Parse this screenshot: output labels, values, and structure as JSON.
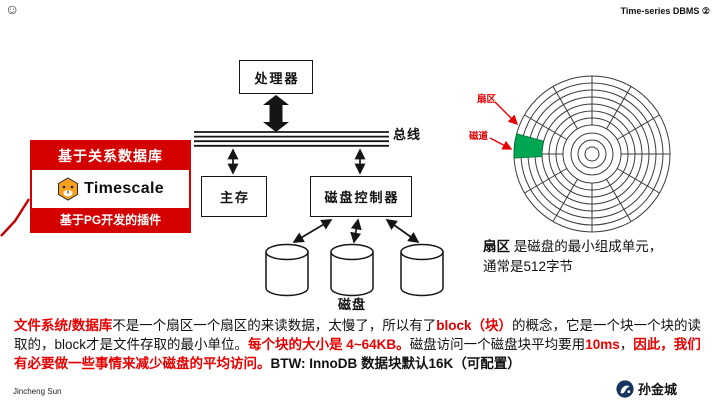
{
  "header": {
    "smiley_icon": "☺",
    "corner_label": "Time-series DBMS ②"
  },
  "architecture": {
    "processor": "处理器",
    "bus": "总线",
    "main_memory": "主存",
    "disk_controller": "磁盘控制器",
    "disk_label": "磁盘"
  },
  "timescale_callout": {
    "title": "基于关系数据库",
    "brand": "Timescale",
    "subtitle": "基于PG开发的插件",
    "bar_color": "#d40000"
  },
  "disk_figure": {
    "sector_pointer": "扇区",
    "track_pointer": "磁道",
    "caption_term": "扇区",
    "caption_rest": " 是磁盘的最小组成单元，",
    "caption_line2": "通常是512字节",
    "highlight_color": "#00a651",
    "pointer_color": "#e60000"
  },
  "note": {
    "segments": [
      {
        "text": "文件系统/数据库",
        "color": "#e60000",
        "bold": true
      },
      {
        "text": "不是一个扇区一个扇区的来读数据，太慢了，所以有了",
        "color": "#111111",
        "bold": false
      },
      {
        "text": "block（块）",
        "color": "#e60000",
        "bold": true
      },
      {
        "text": "的概念，它是一个块一个块的读取的，block才是文件存取的最小单位。",
        "color": "#111111",
        "bold": false
      },
      {
        "text": "每个块的大小是 4~64KB。",
        "color": "#e60000",
        "bold": true
      },
      {
        "text": "磁盘访问一个磁盘块平均要用",
        "color": "#111111",
        "bold": false
      },
      {
        "text": "10ms",
        "color": "#e60000",
        "bold": true
      },
      {
        "text": "，",
        "color": "#111111",
        "bold": false
      },
      {
        "text": "因此，我们有必要做一些事情来减少磁盘的平均访问。",
        "color": "#e60000",
        "bold": true
      },
      {
        "text": "BTW: InnoDB 数据块默认16K（可配置）",
        "color": "#111111",
        "bold": true
      }
    ]
  },
  "footer": {
    "author": "Jincheng Sun",
    "wechat_account": "孙金城"
  }
}
